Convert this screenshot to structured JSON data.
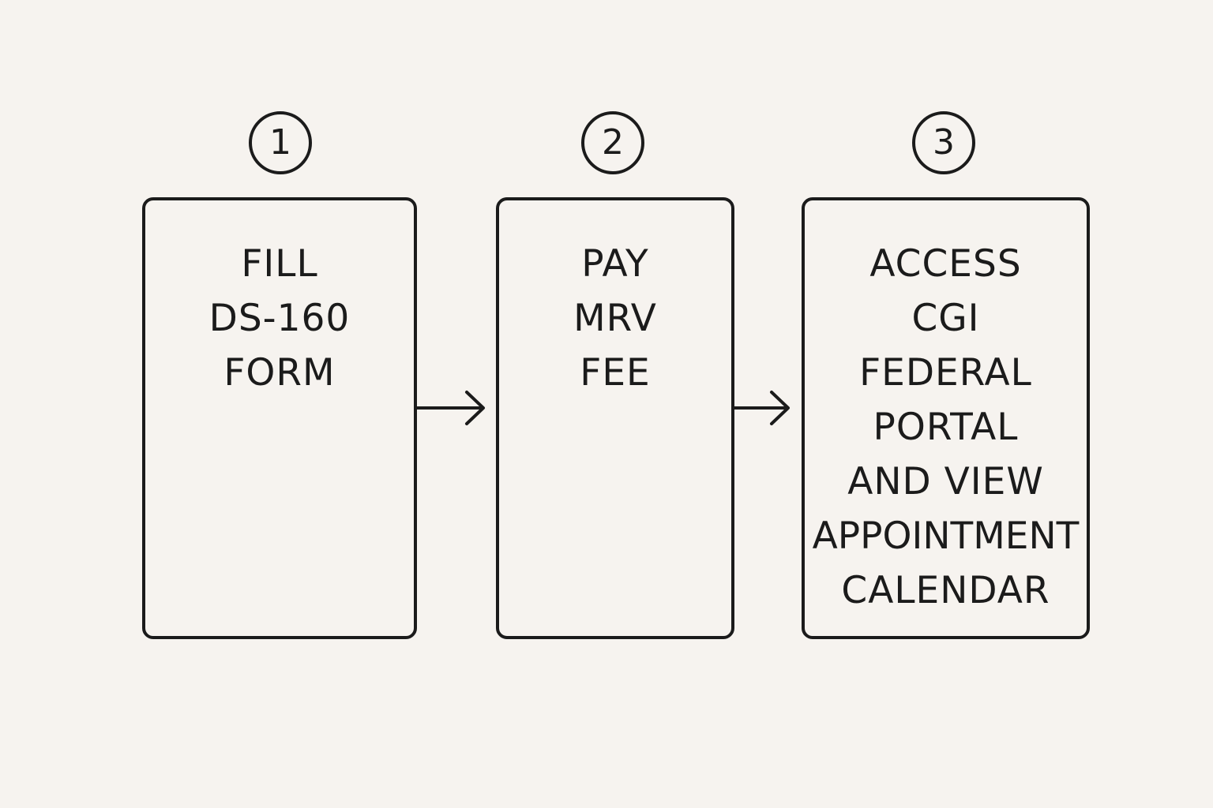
{
  "steps": [
    {
      "number": "1",
      "lines": [
        "FILL",
        "DS-160",
        "FORM"
      ]
    },
    {
      "number": "2",
      "lines": [
        "PAY",
        "MRV",
        "FEE"
      ]
    },
    {
      "number": "3",
      "lines": [
        "ACCESS",
        "CGI",
        "FEDERAL",
        "PORTAL",
        "AND VIEW",
        "APPOINTMENT",
        "CALENDAR"
      ]
    }
  ],
  "colors": {
    "background": "#f6f3ef",
    "stroke": "#1b1b1b"
  },
  "icons": {
    "connector": "arrow-right-icon"
  }
}
